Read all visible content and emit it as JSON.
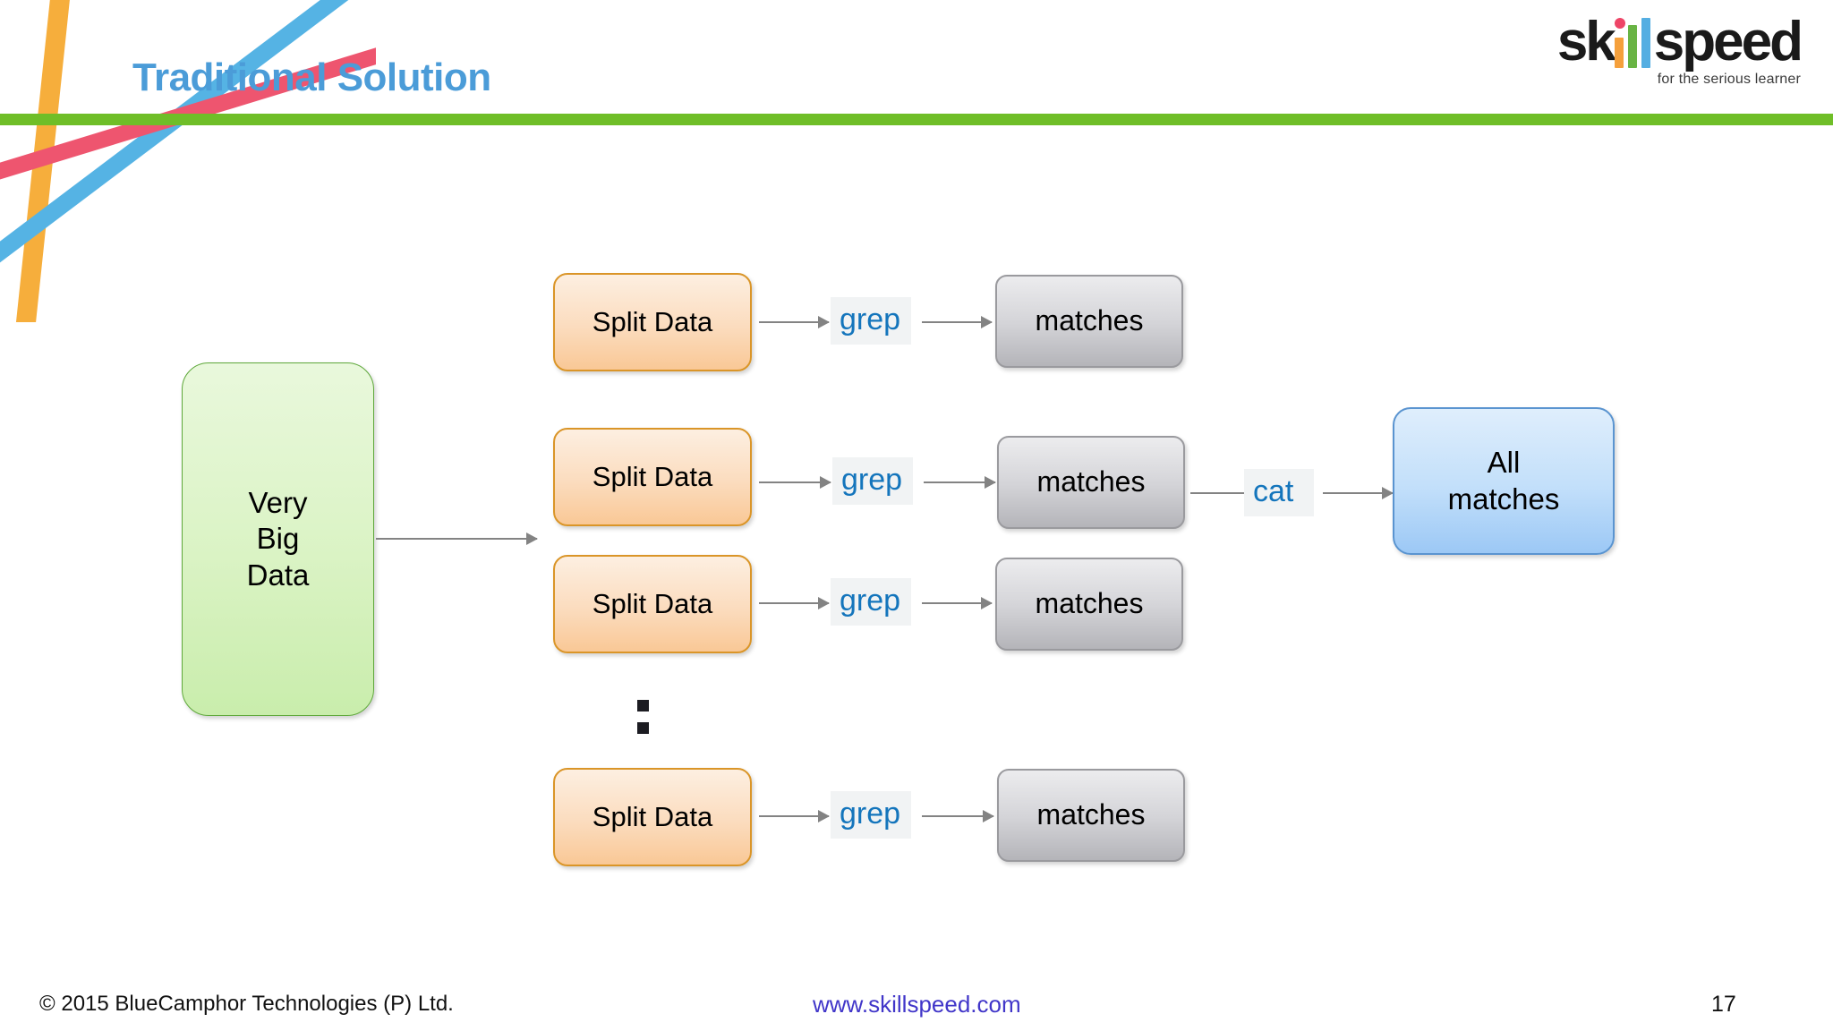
{
  "slide": {
    "title": "Traditional Solution",
    "page_number": "17",
    "accent_colors": {
      "title_blue": "#4B9CD8",
      "green_bar": "#6FBE28",
      "ribbon_orange": "#F6AE3C",
      "ribbon_blue": "#55B3E4",
      "ribbon_pink": "#EE556F",
      "command_blue": "#1475BC",
      "url_purple": "#4136C9"
    }
  },
  "logo": {
    "word_part1": "sk",
    "word_part2": "speed",
    "tagline": "for the serious learner",
    "bar_colors": {
      "i": "#F5A03C",
      "dot": "#EE4567",
      "l1": "#69B444",
      "l2": "#54AEE2"
    }
  },
  "diagram": {
    "source_node": {
      "label": "Very\nBig\nData",
      "line1": "Very",
      "line2": "Big",
      "line3": "Data",
      "color": "#DAF3C4"
    },
    "split_label": "Split Data",
    "grep_label": "grep",
    "matches_label": "matches",
    "cat_label": "cat",
    "ellipsis": "vertical-ellipsis",
    "sink_node": {
      "line1": "All",
      "line2": "matches",
      "color": "#C2DFFA"
    },
    "rows": [
      {
        "split": "Split Data",
        "command": "grep",
        "output": "matches"
      },
      {
        "split": "Split Data",
        "command": "grep",
        "output": "matches"
      },
      {
        "split": "Split Data",
        "command": "grep",
        "output": "matches"
      },
      {
        "split": "Split Data",
        "command": "grep",
        "output": "matches"
      }
    ]
  },
  "footer": {
    "copyright": "© 2015 BlueCamphor Technologies (P) Ltd.",
    "url": "www.skillspeed.com",
    "page": "17"
  }
}
